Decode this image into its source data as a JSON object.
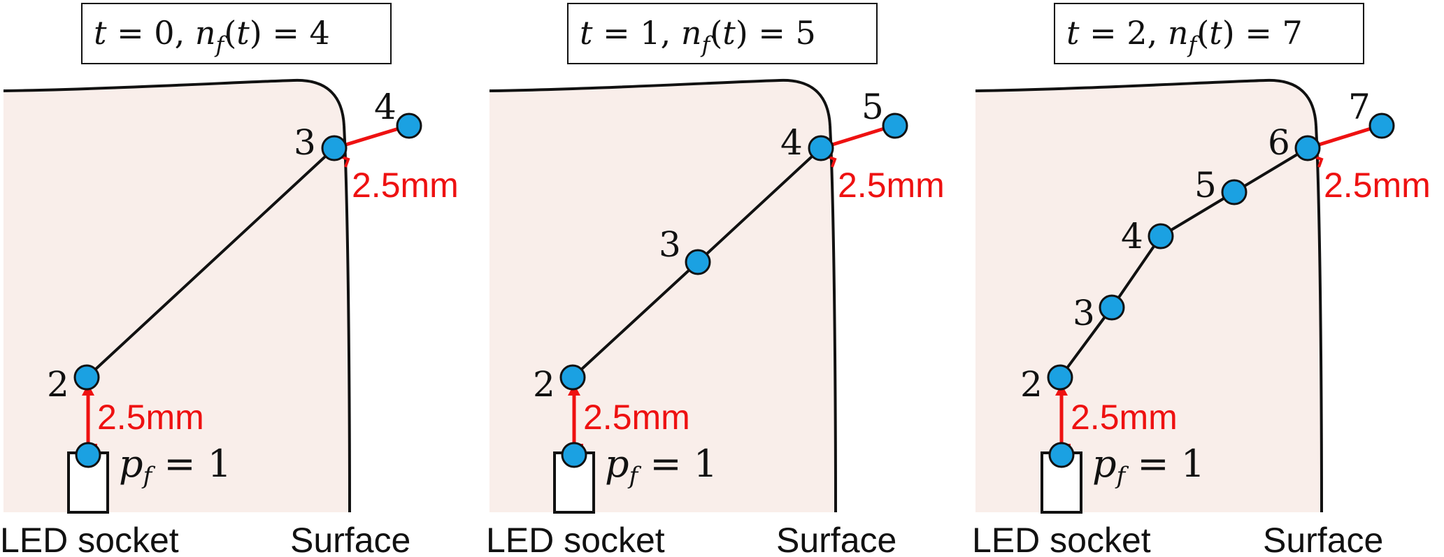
{
  "colors": {
    "region_fill": "#f9eeea",
    "node_fill": "#1ba1e2",
    "annotation": "#ee1111",
    "line": "#111111"
  },
  "panels": [
    {
      "t": "0",
      "nf": "4",
      "start_label": "1",
      "distance_label_bottom": "2.5mm",
      "distance_label_top": "2.5mm",
      "nodes": [
        {
          "label": "2"
        },
        {
          "label": "3"
        },
        {
          "label": "4"
        }
      ],
      "captions": {
        "socket": "LED socket",
        "surface": "Surface"
      }
    },
    {
      "t": "1",
      "nf": "5",
      "start_label": "1",
      "distance_label_bottom": "2.5mm",
      "distance_label_top": "2.5mm",
      "nodes": [
        {
          "label": "2"
        },
        {
          "label": "3"
        },
        {
          "label": "4"
        },
        {
          "label": "5"
        }
      ],
      "captions": {
        "socket": "LED socket",
        "surface": "Surface"
      }
    },
    {
      "t": "2",
      "nf": "7",
      "start_label": "1",
      "distance_label_bottom": "2.5mm",
      "distance_label_top": "2.5mm",
      "nodes": [
        {
          "label": "2"
        },
        {
          "label": "3"
        },
        {
          "label": "4"
        },
        {
          "label": "5"
        },
        {
          "label": "6"
        },
        {
          "label": "7"
        }
      ],
      "captions": {
        "socket": "LED socket",
        "surface": "Surface"
      }
    }
  ]
}
